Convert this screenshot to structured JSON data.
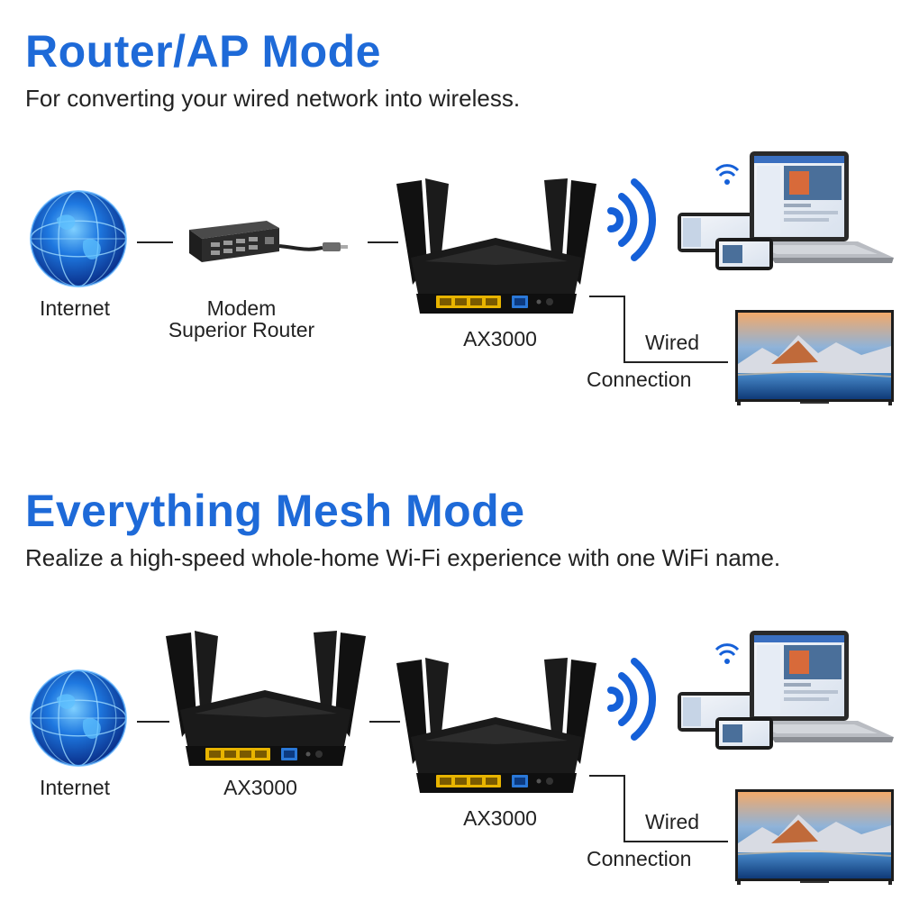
{
  "router_ap": {
    "title": "Router/AP Mode",
    "subtitle": "For converting your wired network into wireless.",
    "internet_label": "Internet",
    "modem_label_line1": "Modem",
    "modem_label_line2": "Superior Router",
    "router_label": "AX3000",
    "wired_label": "Wired",
    "connection_label": "Connection"
  },
  "mesh": {
    "title": "Everything Mesh Mode",
    "subtitle": "Realize a high-speed whole-home Wi-Fi experience with one WiFi name.",
    "internet_label": "Internet",
    "router1_label": "AX3000",
    "router2_label": "AX3000",
    "wired_label": "Wired",
    "connection_label": "Connection"
  },
  "colors": {
    "accent": "#1e6ad8",
    "wifi": "#1560d8",
    "router_body": "#141414",
    "lan_port": "#e8b400",
    "wan_port": "#2a78d8"
  },
  "icons": [
    "globe-icon",
    "modem-icon",
    "router-icon",
    "wifi-signal-icon",
    "laptop-icon",
    "tablet-icon",
    "phone-icon",
    "tv-icon"
  ]
}
